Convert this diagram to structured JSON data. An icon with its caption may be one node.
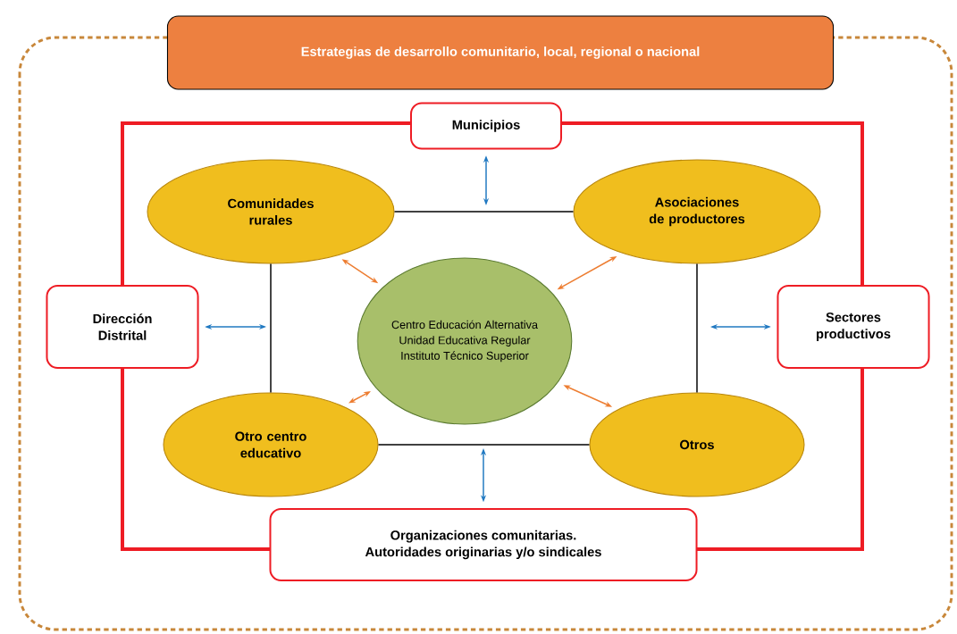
{
  "diagram": {
    "nodes": [
      {
        "text": [
          "Estrategias de desarrollo comunitario, local, regional o nacional"
        ]
      },
      {
        "text": [
          "Municipios"
        ]
      },
      {
        "text": [
          "Comunidades rurales"
        ]
      },
      {
        "text": [
          "Asociaciones de productores"
        ]
      },
      {
        "text": [
          "Dirección Distrital"
        ]
      },
      {
        "text": [
          "Centro Educación Alternativa",
          "Unidad Educativa Regular",
          "Instituto Técnico Superior"
        ]
      },
      {
        "text": [
          "Sectores productivos"
        ]
      },
      {
        "text": [
          "Otro centro educativo"
        ]
      },
      {
        "text": [
          "Otros"
        ]
      },
      {
        "text": [
          "Organizaciones comunitarias.",
          "Autoridades originarias y/o sindicales"
        ]
      }
    ],
    "edges": [
      {
        "from": 2,
        "to": 3,
        "arrow": "none",
        "color": "#000000"
      },
      {
        "from": 2,
        "to": 7,
        "arrow": "none",
        "color": "#000000"
      },
      {
        "from": 3,
        "to": 8,
        "arrow": "none",
        "color": "#000000"
      },
      {
        "from": 7,
        "to": 8,
        "arrow": "none",
        "color": "#000000"
      },
      {
        "from": 2,
        "to": 5,
        "arrow": "both",
        "color": "#ed7d31"
      },
      {
        "from": 3,
        "to": 5,
        "arrow": "both",
        "color": "#ed7d31"
      },
      {
        "from": 7,
        "to": 5,
        "arrow": "both",
        "color": "#ed7d31"
      },
      {
        "from": 8,
        "to": 5,
        "arrow": "both",
        "color": "#ed7d31"
      },
      {
        "from": 1,
        "to": null,
        "arrow": "both",
        "color": "#1f78c1"
      },
      {
        "from": 4,
        "to": null,
        "arrow": "both",
        "color": "#1f78c1"
      },
      {
        "from": 6,
        "to": null,
        "arrow": "both",
        "color": "#1f78c1"
      },
      {
        "from": 9,
        "to": null,
        "arrow": "both",
        "color": "#1f78c1"
      }
    ]
  }
}
